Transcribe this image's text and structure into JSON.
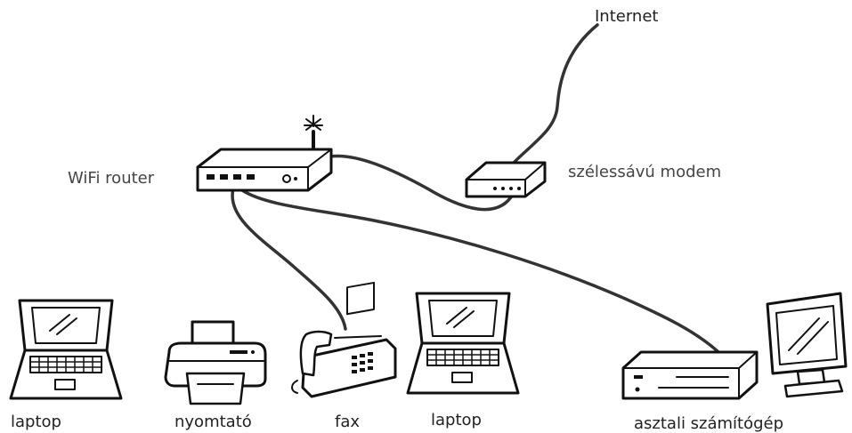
{
  "labels": {
    "internet": "Internet",
    "router": "WiFi router",
    "modem": "szélessávú modem",
    "laptop_left": "laptop",
    "printer": "nyomtató",
    "fax": "fax",
    "laptop_middle": "laptop",
    "desktop": "asztali számítógép"
  },
  "icons": {
    "router": "wifi-router-icon",
    "modem": "broadband-modem-icon",
    "laptop": "laptop-icon",
    "printer": "printer-icon",
    "fax": "fax-phone-icon",
    "desktop": "desktop-computer-icon"
  },
  "connections": [
    {
      "from": "internet",
      "to": "modem"
    },
    {
      "from": "modem",
      "to": "router"
    },
    {
      "from": "router",
      "to": "fax"
    },
    {
      "from": "router",
      "to": "desktop"
    }
  ]
}
